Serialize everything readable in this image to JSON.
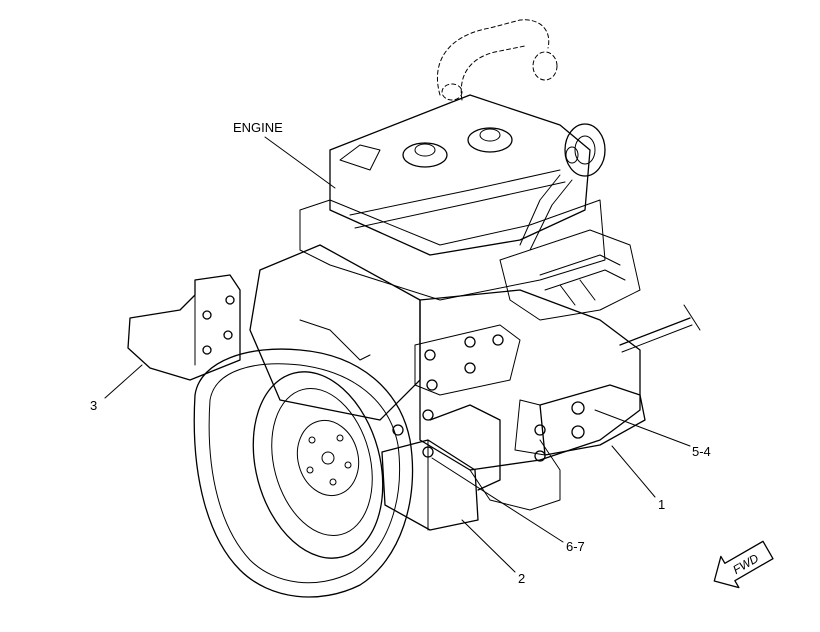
{
  "callouts": {
    "engine": "ENGINE",
    "part_3": "3",
    "part_5_4": "5-4",
    "part_1": "1",
    "part_6_7": "6-7",
    "part_2": "2"
  },
  "direction_arrow": {
    "label": "FWD"
  }
}
